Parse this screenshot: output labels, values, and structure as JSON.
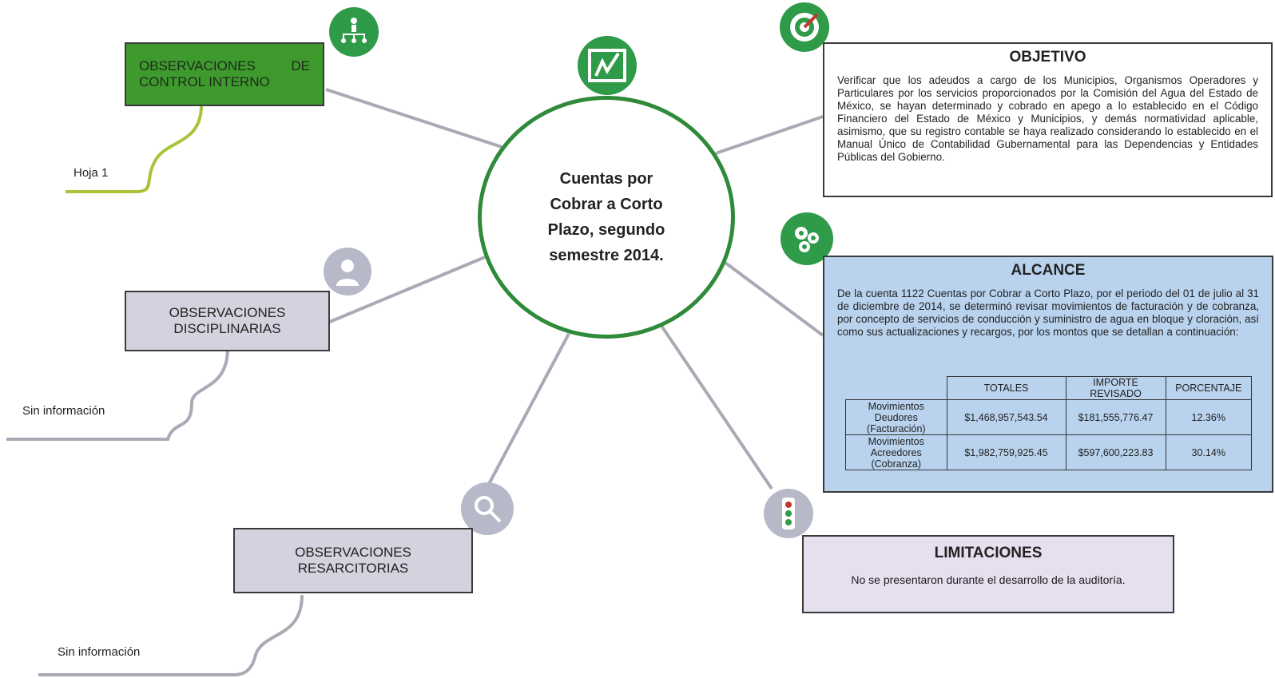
{
  "center": {
    "title": "Cuentas por Cobrar a Corto Plazo, segundo semestre 2014."
  },
  "control_interno": {
    "title_line1": "OBSERVACIONES DE",
    "title_line2": "CONTROL INTERNO",
    "note": "Hoja 1",
    "icon": "hierarchy-icon"
  },
  "disciplinarias": {
    "title_line1": "OBSERVACIONES",
    "title_line2": "DISCIPLINARIAS",
    "note": "Sin información",
    "icon": "person-icon"
  },
  "resarcitorias": {
    "title_line1": "OBSERVACIONES",
    "title_line2": "RESARCITORIAS",
    "note": "Sin información",
    "icon": "magnifier-person-icon"
  },
  "objetivo": {
    "title": "OBJETIVO",
    "text": "Verificar que los adeudos a cargo de los Municipios, Organismos Operadores y Particulares por los servicios proporcionados por la Comisión del Agua del Estado de México, se hayan determinado y cobrado en apego a lo establecido en el Código Financiero del Estado de México y Municipios, y demás normatividad aplicable, asimismo, que su registro contable se haya realizado considerando lo establecido en el Manual Único de Contabilidad Gubernamental para las Dependencias y Entidades Públicas del Gobierno.",
    "icon": "target-icon"
  },
  "alcance": {
    "title": "ALCANCE",
    "text": "De la cuenta 1122 Cuentas por Cobrar a Corto Plazo, por el periodo del 01 de julio al 31 de diciembre de 2014, se determinó revisar movimientos de facturación y de cobranza, por concepto de servicios de conducción y suministro de agua en bloque y cloración, así como sus actualizaciones y recargos, por los montos que se detallan a continuación:",
    "icon": "gears-icon",
    "table": {
      "headers": [
        "TOTALES",
        "IMPORTE REVISADO",
        "PORCENTAJE"
      ],
      "rows": [
        {
          "label": "Movimientos Deudores (Facturación)",
          "totales": "$1,468,957,543.54",
          "importe": "$181,555,776.47",
          "porcentaje": "12.36%"
        },
        {
          "label": "Movimientos Acreedores (Cobranza)",
          "totales": "$1,982,759,925.45",
          "importe": "$597,600,223.83",
          "porcentaje": "30.14%"
        }
      ]
    }
  },
  "limitaciones": {
    "title": "LIMITACIONES",
    "text": "No se presentaron durante el desarrollo de la auditoría.",
    "icon": "traffic-light-icon"
  },
  "colors": {
    "green": "#2f9a47",
    "dark_green": "#3f8f2a",
    "lime": "#a8c43a",
    "blue": "#b9d3ee",
    "lilac": "#e6dff0",
    "grey": "#d2d3de"
  }
}
